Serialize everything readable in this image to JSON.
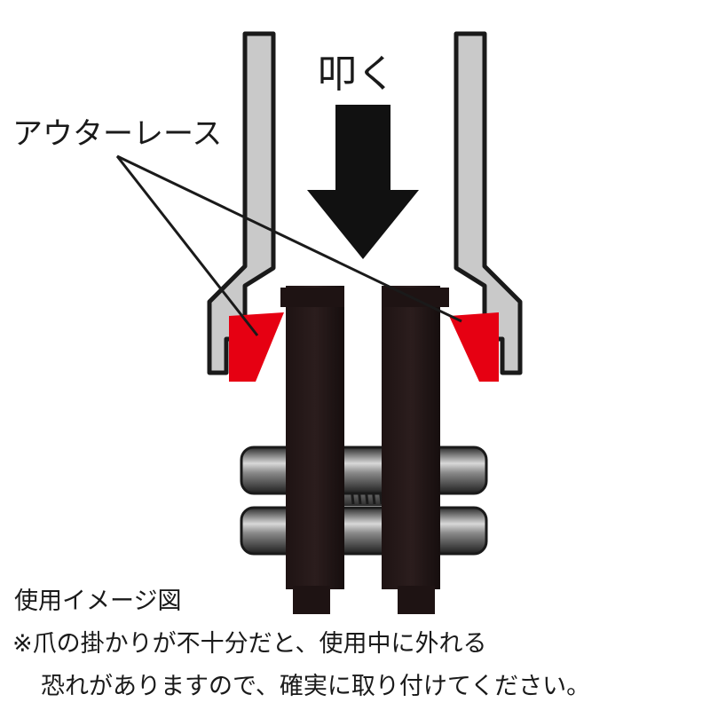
{
  "labels": {
    "strike": "叩く",
    "outer_race": "アウターレース",
    "caption_title": "使用イメージ図",
    "caption_line1": "※爪の掛かりが不十分だと、使用中に外れる",
    "caption_line2": "恐れがありますので、確実に取り付けてください。"
  },
  "colors": {
    "outline": "#1a1a1a",
    "housing_fill": "#c9c9c9",
    "outer_race": "#e60012",
    "tool_body": "#1e1313",
    "shaft_dark": "#3a3a3a",
    "shaft_light": "#d8d8d8",
    "arrow": "#111111"
  },
  "icons": {
    "strike_arrow": "arrow-down-icon"
  }
}
